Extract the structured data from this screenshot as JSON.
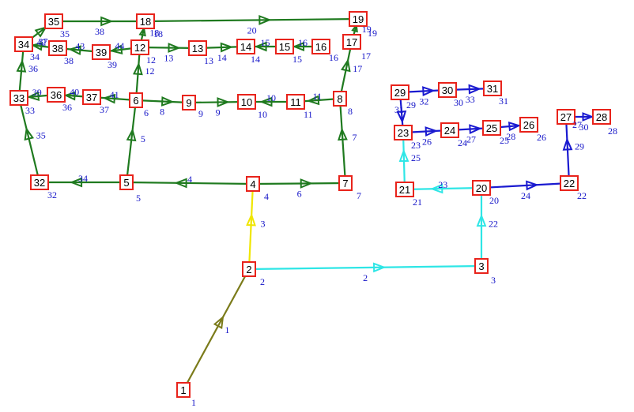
{
  "colors": {
    "olive": "#7b7b1a",
    "yellow": "#f0e600",
    "cyan": "#2ee6e6",
    "green": "#1f7a1f",
    "blue": "#1a1ad0",
    "node_border": "#e8231b",
    "label": "#1515c8"
  },
  "nodes": [
    {
      "id": "1",
      "label": "1"
    },
    {
      "id": "2",
      "label": "2"
    },
    {
      "id": "3",
      "label": "3"
    },
    {
      "id": "4",
      "label": "4"
    },
    {
      "id": "5",
      "label": "5"
    },
    {
      "id": "6",
      "label": "6"
    },
    {
      "id": "7",
      "label": "7"
    },
    {
      "id": "8",
      "label": "8"
    },
    {
      "id": "9",
      "label": "9"
    },
    {
      "id": "10",
      "label": "10"
    },
    {
      "id": "11",
      "label": "11"
    },
    {
      "id": "12",
      "label": "12"
    },
    {
      "id": "13",
      "label": "13"
    },
    {
      "id": "14",
      "label": "14"
    },
    {
      "id": "15",
      "label": "15"
    },
    {
      "id": "16",
      "label": "16"
    },
    {
      "id": "17",
      "label": "17"
    },
    {
      "id": "18",
      "label": "18"
    },
    {
      "id": "19",
      "label": "19"
    },
    {
      "id": "20",
      "label": "20"
    },
    {
      "id": "21",
      "label": "21"
    },
    {
      "id": "22",
      "label": "22"
    },
    {
      "id": "23",
      "label": "23"
    },
    {
      "id": "24",
      "label": "24"
    },
    {
      "id": "25",
      "label": "25"
    },
    {
      "id": "26",
      "label": "26"
    },
    {
      "id": "27",
      "label": "27"
    },
    {
      "id": "28",
      "label": "28"
    },
    {
      "id": "29",
      "label": "29"
    },
    {
      "id": "30",
      "label": "30"
    },
    {
      "id": "31",
      "label": "31"
    },
    {
      "id": "32",
      "label": "32"
    },
    {
      "id": "33",
      "label": "33"
    },
    {
      "id": "34",
      "label": "34"
    },
    {
      "id": "35",
      "label": "35"
    },
    {
      "id": "36",
      "label": "36"
    },
    {
      "id": "37",
      "label": "37"
    },
    {
      "id": "38",
      "label": "38"
    },
    {
      "id": "39",
      "label": "39"
    }
  ],
  "edges": [
    {
      "id": "e1",
      "from": "1",
      "to": "2",
      "label": "1",
      "color": "olive"
    },
    {
      "id": "e2",
      "from": "2",
      "to": "3",
      "label": "2",
      "color": "cyan"
    },
    {
      "id": "e3",
      "from": "2",
      "to": "4",
      "label": "3",
      "color": "yellow"
    },
    {
      "id": "e4",
      "from": "4",
      "to": "5",
      "label": "4",
      "color": "green"
    },
    {
      "id": "e5",
      "from": "5",
      "to": "6",
      "label": "5",
      "color": "green"
    },
    {
      "id": "e6",
      "from": "4",
      "to": "7",
      "label": "6",
      "color": "green"
    },
    {
      "id": "e7",
      "from": "7",
      "to": "8",
      "label": "7",
      "color": "green"
    },
    {
      "id": "e8",
      "from": "6",
      "to": "9",
      "label": "8",
      "color": "green"
    },
    {
      "id": "e9",
      "from": "9",
      "to": "10",
      "label": "9",
      "color": "green"
    },
    {
      "id": "e10",
      "from": "11",
      "to": "10",
      "label": "10",
      "color": "green"
    },
    {
      "id": "e11",
      "from": "8",
      "to": "11",
      "label": "11",
      "color": "green"
    },
    {
      "id": "e12",
      "from": "6",
      "to": "12",
      "label": "12",
      "color": "green"
    },
    {
      "id": "e13",
      "from": "12",
      "to": "13",
      "label": "13",
      "color": "green"
    },
    {
      "id": "e14",
      "from": "13",
      "to": "14",
      "label": "14",
      "color": "green"
    },
    {
      "id": "e15",
      "from": "15",
      "to": "14",
      "label": "15",
      "color": "green"
    },
    {
      "id": "e16",
      "from": "16",
      "to": "15",
      "label": "16",
      "color": "green"
    },
    {
      "id": "e17",
      "from": "8",
      "to": "17",
      "label": "17",
      "color": "green"
    },
    {
      "id": "e18",
      "from": "12",
      "to": "18",
      "label": "18",
      "color": "green"
    },
    {
      "id": "e19",
      "from": "17",
      "to": "19",
      "label": "19",
      "color": "green"
    },
    {
      "id": "e20",
      "from": "18",
      "to": "19",
      "label": "20",
      "color": "green"
    },
    {
      "id": "e21",
      "from": "3",
      "to": "20",
      "label": "22",
      "color": "cyan"
    },
    {
      "id": "e22",
      "from": "20",
      "to": "21",
      "label": "23",
      "color": "cyan"
    },
    {
      "id": "e23",
      "from": "20",
      "to": "22",
      "label": "24",
      "color": "blue"
    },
    {
      "id": "e24",
      "from": "21",
      "to": "23",
      "label": "25",
      "color": "cyan"
    },
    {
      "id": "e25",
      "from": "23",
      "to": "24",
      "label": "26",
      "color": "blue"
    },
    {
      "id": "e26",
      "from": "24",
      "to": "25",
      "label": "27",
      "color": "blue"
    },
    {
      "id": "e27",
      "from": "25",
      "to": "26",
      "label": "28",
      "color": "blue"
    },
    {
      "id": "e28",
      "from": "22",
      "to": "27",
      "label": "29",
      "color": "blue"
    },
    {
      "id": "e29",
      "from": "27",
      "to": "28",
      "label": "30",
      "color": "blue"
    },
    {
      "id": "e30",
      "from": "29",
      "to": "23",
      "label": "31",
      "color": "blue"
    },
    {
      "id": "e31",
      "from": "29",
      "to": "30",
      "label": "32",
      "color": "blue"
    },
    {
      "id": "e32",
      "from": "30",
      "to": "31",
      "label": "33",
      "color": "blue"
    },
    {
      "id": "e33",
      "from": "5",
      "to": "32",
      "label": "34",
      "color": "green"
    },
    {
      "id": "e34",
      "from": "32",
      "to": "33",
      "label": "35",
      "color": "green"
    },
    {
      "id": "e35",
      "from": "33",
      "to": "34",
      "label": "36",
      "color": "green"
    },
    {
      "id": "e36",
      "from": "36",
      "to": "33",
      "label": "39",
      "color": "green"
    },
    {
      "id": "e37",
      "from": "37",
      "to": "36",
      "label": "40",
      "color": "green"
    },
    {
      "id": "e38",
      "from": "6",
      "to": "37",
      "label": "41",
      "color": "green"
    },
    {
      "id": "e39",
      "from": "34",
      "to": "35",
      "label": "37",
      "color": "green"
    },
    {
      "id": "e40",
      "from": "35",
      "to": "18",
      "label": "38",
      "color": "green"
    },
    {
      "id": "e41",
      "from": "38",
      "to": "34",
      "label": "42",
      "color": "green"
    },
    {
      "id": "e42",
      "from": "39",
      "to": "38",
      "label": "43",
      "color": "green"
    },
    {
      "id": "e43",
      "from": "12",
      "to": "39",
      "label": "44",
      "color": "green"
    }
  ],
  "aux_labels": [
    "1",
    "2",
    "3",
    "4",
    "5",
    "6",
    "7",
    "8",
    "9",
    "10",
    "11",
    "12",
    "13",
    "14",
    "15",
    "16",
    "17",
    "18",
    "19",
    "20",
    "21",
    "22",
    "23",
    "24",
    "25",
    "26",
    "27",
    "28",
    "29",
    "30",
    "31",
    "32",
    "33",
    "34",
    "35",
    "36",
    "37",
    "38",
    "39"
  ]
}
